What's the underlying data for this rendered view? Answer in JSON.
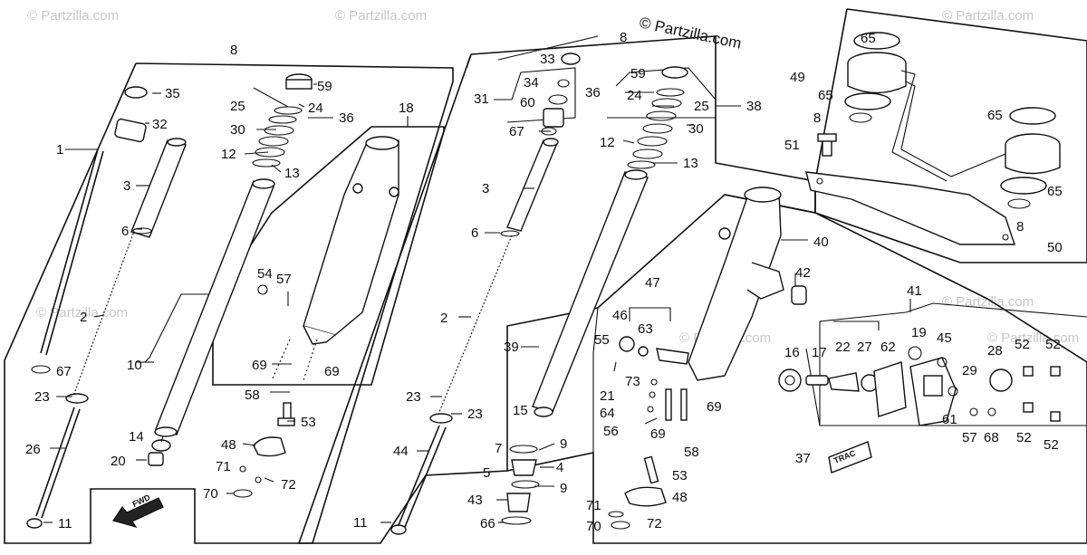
{
  "header": {
    "copyright": "© Partzilla.com"
  },
  "watermarks": [
    "© Partzilla.com",
    "© Partzilla.com",
    "© Partzilla.com",
    "© Partzilla.com",
    "© Partzilla.com",
    "© Partzilla.com",
    "© Partzilla.com"
  ],
  "tags": {
    "fwd": "FWD",
    "trac": "TRAC"
  },
  "callouts": {
    "c8a": "8",
    "c35": "35",
    "c32": "32",
    "c1": "1",
    "c3a": "3",
    "c6a": "6",
    "c2a": "2",
    "c67a": "67",
    "c23a": "23",
    "c26": "26",
    "c11a": "11",
    "c59a": "59",
    "c25a": "25",
    "c24a": "24",
    "c30a": "30",
    "c36a": "36",
    "c12a": "12",
    "c13a": "13",
    "c18": "18",
    "c54": "54",
    "c57a": "57",
    "c10": "10",
    "c69a": "69",
    "c69b": "69",
    "c58a": "58",
    "c53a": "53",
    "c14": "14",
    "c48a": "48",
    "c20": "20",
    "c71a": "71",
    "c72a": "72",
    "c70a": "70",
    "c8b": "8",
    "c33": "33",
    "c34": "34",
    "c31": "31",
    "c60": "60",
    "c67b": "67",
    "c3b": "3",
    "c6b": "6",
    "c2b": "2",
    "c23b": "23",
    "c23c": "23",
    "c44": "44",
    "c11b": "11",
    "c59b": "59",
    "c36b": "36",
    "c24b": "24",
    "c25b": "25",
    "c38": "38",
    "c30b": "30",
    "c12b": "12",
    "c13b": "13",
    "c39": "39",
    "c15": "15",
    "c7": "7",
    "c9a": "9",
    "c5": "5",
    "c4": "4",
    "c9b": "9",
    "c43": "43",
    "c66": "66",
    "c47": "47",
    "c46": "46",
    "c63": "63",
    "c55": "55",
    "c73": "73",
    "c21": "21",
    "c64": "64",
    "c56": "56",
    "c69c": "69",
    "c69d": "69",
    "c58b": "58",
    "c53b": "53",
    "c48b": "48",
    "c71b": "71",
    "c70b": "70",
    "c72b": "72",
    "c40": "40",
    "c42": "42",
    "c65a": "65",
    "c49": "49",
    "c65b": "65",
    "c8c": "8",
    "c51": "51",
    "c65c": "65",
    "c65d": "65",
    "c8d": "8",
    "c50": "50",
    "c41": "41",
    "c16": "16",
    "c17": "17",
    "c22": "22",
    "c27": "27",
    "c62": "62",
    "c19": "19",
    "c45": "45",
    "c28": "28",
    "c52a": "52",
    "c52b": "52",
    "c29": "29",
    "c61": "61",
    "c57b": "57",
    "c68": "68",
    "c52c": "52",
    "c52d": "52",
    "c37": "37"
  }
}
